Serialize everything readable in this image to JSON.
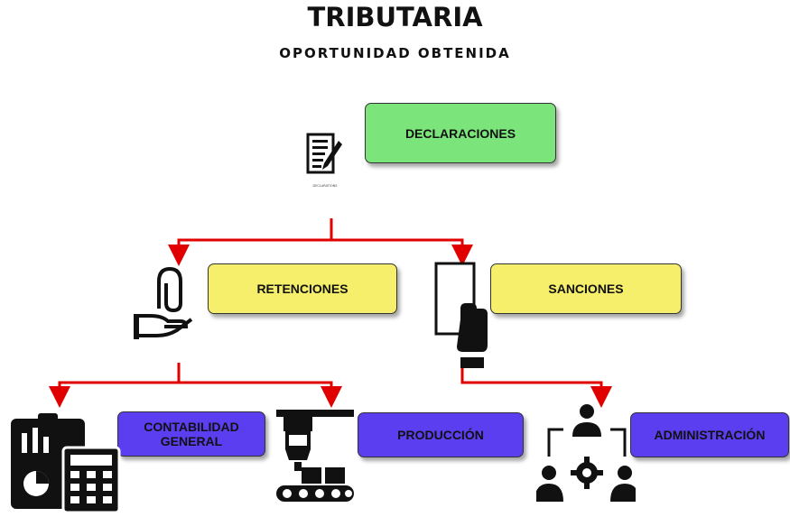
{
  "header": {
    "title": "TRIBUTARIA",
    "subtitle": "OPORTUNIDAD OBTENIDA"
  },
  "nodes": {
    "declaraciones": {
      "label": "DECLARACIONES",
      "icon": "document-pen-icon",
      "icon_caption": "DECLARATIONS"
    },
    "retenciones": {
      "label": "RETENCIONES",
      "icon": "hand-paperclip-icon"
    },
    "sanciones": {
      "label": "SANCIONES",
      "icon": "hand-card-icon"
    },
    "contabilidad": {
      "label_line1": "CONTABILIDAD",
      "label_line2": "GENERAL",
      "icon": "clipboard-calculator-icon"
    },
    "produccion": {
      "label": "PRODUCCIÓN",
      "icon": "conveyor-robot-icon"
    },
    "administracion": {
      "label": "ADMINISTRACIÓN",
      "icon": "team-gear-icon"
    }
  },
  "colors": {
    "level1": "#7be57b",
    "level2": "#f6ef6b",
    "level3": "#5a3ef0",
    "connector": "#e00000"
  }
}
